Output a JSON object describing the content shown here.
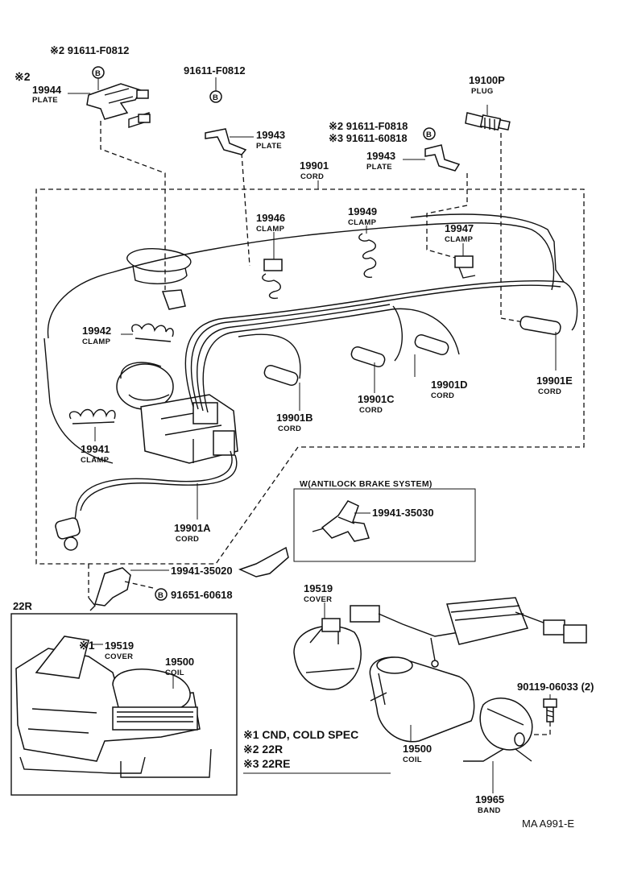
{
  "labels": {
    "bolt_plate_top": "※2 91611-F0812",
    "note2_prefix": "※2",
    "p19944": "19944",
    "plate_a": "PLATE",
    "bolt_top_mid": "91611-F0812",
    "p19943a": "19943",
    "plate_b": "PLATE",
    "p19100p": "19100P",
    "plug": "PLUG",
    "bolt_r2": "※2 91611-F0818",
    "bolt_r3": "※3 91611-60818",
    "p19943b": "19943",
    "plate_c": "PLATE",
    "p19901": "19901",
    "cord_main": "CORD",
    "p19946": "19946",
    "clamp_46": "CLAMP",
    "p19949": "19949",
    "clamp_49": "CLAMP",
    "p19947": "19947",
    "clamp_47": "CLAMP",
    "p19942": "19942",
    "clamp_42": "CLAMP",
    "p19901d": "19901D",
    "cord_d": "CORD",
    "p19901e": "19901E",
    "cord_e": "CORD",
    "p19901c": "19901C",
    "cord_c": "CORD",
    "p19901b": "19901B",
    "cord_b": "CORD",
    "p19941": "19941",
    "clamp_41": "CLAMP",
    "p19901a": "19901A",
    "cord_a": "CORD",
    "abs_title": "W(ANTILOCK BRAKE SYSTEM)",
    "p19941_35030": "19941-35030",
    "p19941_35020": "19941-35020",
    "bolt_b_91651": "91651-60618",
    "p22r": "22R",
    "p19519_left": "19519",
    "cover_left": "COVER",
    "note1_prefix": "※1",
    "p19500_left": "19500",
    "coil_left": "COIL",
    "p19519_right": "19519",
    "cover_right": "COVER",
    "p90119": "90119-06033 (2)",
    "p19500_right": "19500",
    "coil_right": "COIL",
    "p19965": "19965",
    "band": "BAND",
    "note_1": "※1 CND, COLD SPEC",
    "note_2": "※2 22R",
    "note_3": "※3 22RE",
    "drawing_code": "MA A991-E",
    "b_marker": "B"
  }
}
